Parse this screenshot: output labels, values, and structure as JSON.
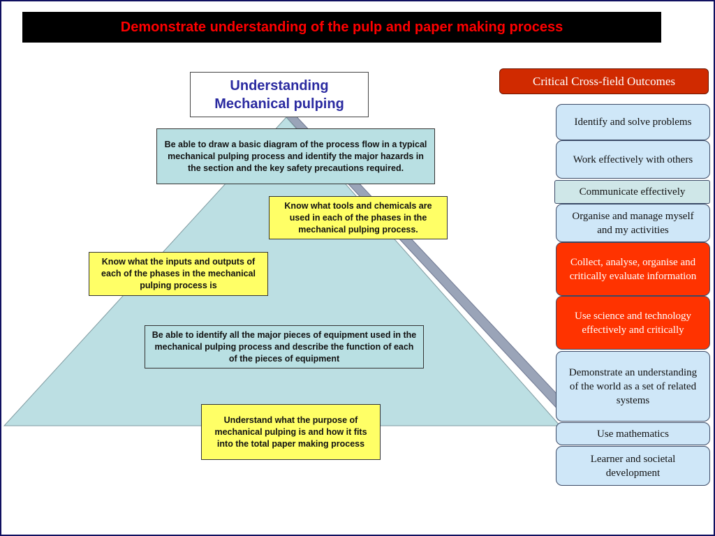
{
  "title": "Demonstrate understanding of the pulp and paper making process",
  "heading": {
    "line1": "Understanding",
    "line2": "Mechanical pulping"
  },
  "pyramid_notes": [
    {
      "text": "Be able  to draw a basic diagram of the process flow in a typical mechanical pulping process  and identify the major hazards in the section and the key safety precautions required."
    },
    {
      "text": "Know what tools and chemicals are used in each of the phases in the mechanical pulping process."
    },
    {
      "text": "Know what the inputs and outputs of each of the phases in the mechanical pulping process is"
    },
    {
      "text": "Be able  to identify all the major pieces of equipment used in the mechanical pulping process and describe the function of each of the pieces of equipment"
    },
    {
      "text": "Understand what the purpose of mechanical pulping is and how it fits into the total paper making process"
    }
  ],
  "ccfo": {
    "header": "Critical Cross-field Outcomes",
    "items": [
      {
        "label": "Identify and solve problems",
        "style": "blue"
      },
      {
        "label": "Work effectively with others",
        "style": "blue"
      },
      {
        "label": "Communicate effectively",
        "style": "teal"
      },
      {
        "label": "Organise and manage myself and my activities",
        "style": "blue"
      },
      {
        "label": "Collect, analyse, organise and critically evaluate information",
        "style": "red"
      },
      {
        "label": "Use science and technology effectively and critically",
        "style": "red"
      },
      {
        "label": "Demonstrate an understanding of the world as a set of related systems",
        "style": "blue"
      },
      {
        "label": "Use mathematics",
        "style": "blue"
      },
      {
        "label": "Learner and societal development",
        "style": "blue"
      }
    ]
  },
  "colors": {
    "title_text": "#ff0000",
    "title_bg": "#000000",
    "heading_text": "#2a2aa0",
    "pyramid_fill": "#bcdfe3",
    "pyramid_shadow": "#9aa4b8",
    "highlight_red": "#ff3300",
    "header_red": "#d02a00"
  }
}
